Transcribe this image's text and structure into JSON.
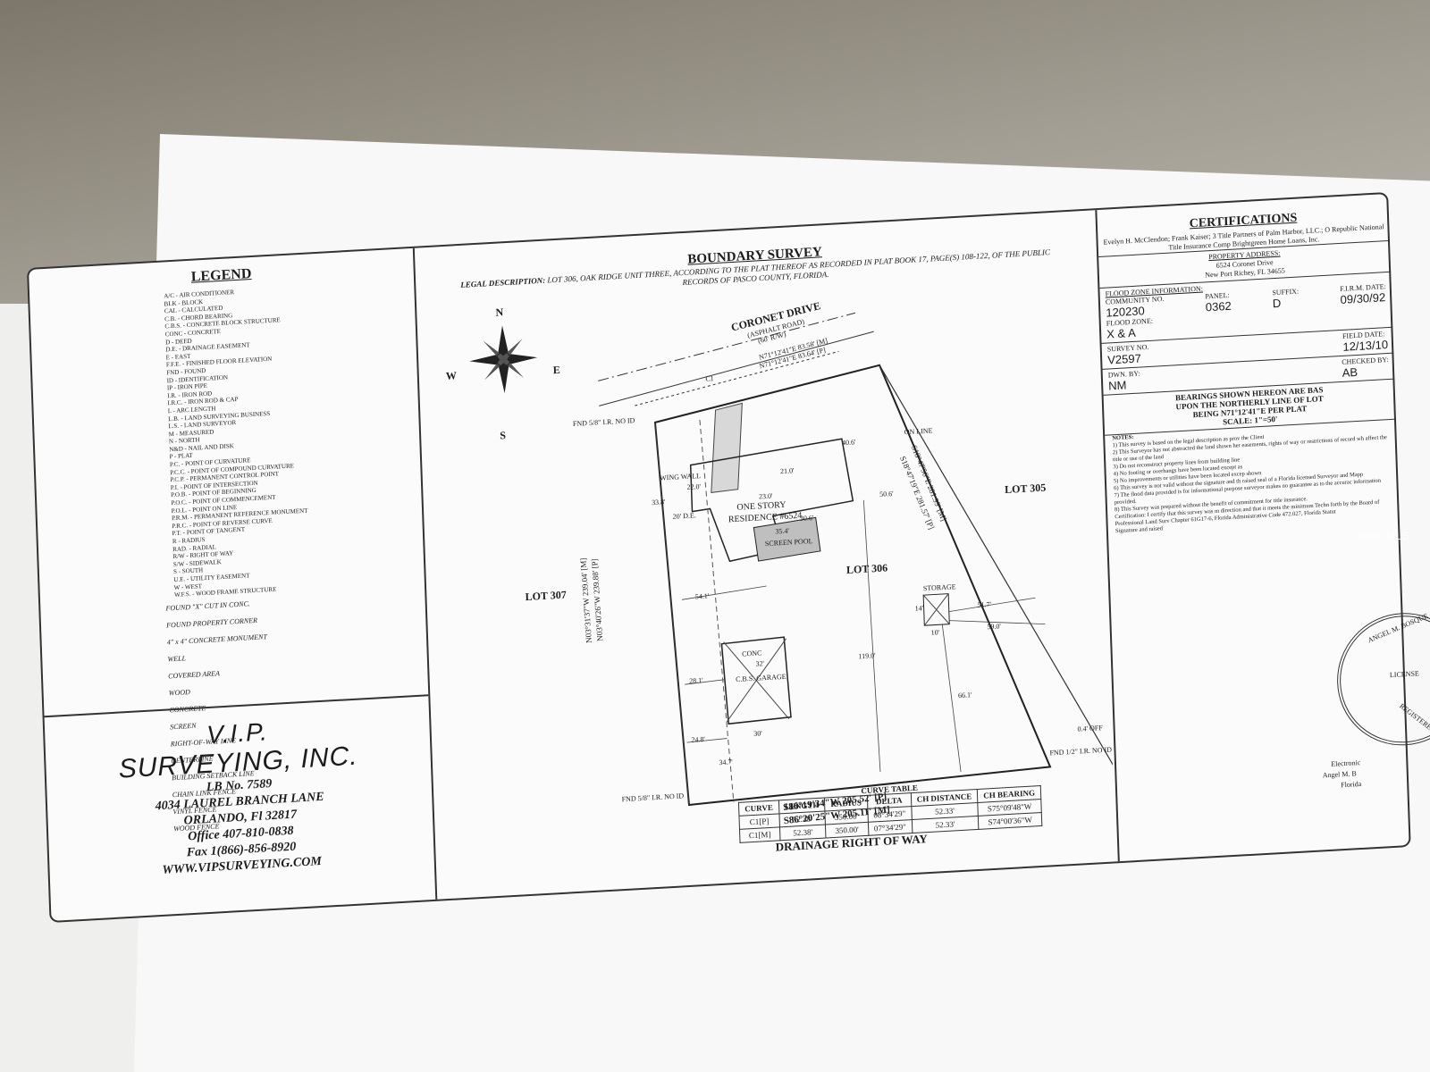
{
  "legend": {
    "title": "LEGEND",
    "abbreviations": [
      "A/C - AIR CONDITIONER",
      "BLK - BLOCK",
      "CAL - CALCULATED",
      "C.B. - CHORD BEARING",
      "C.B.S. - CONCRETE BLOCK STRUCTURE",
      "CONC - CONCRETE",
      "D - DEED",
      "D.E. - DRAINAGE EASEMENT",
      "E - EAST",
      "F.F.E. - FINISHED FLOOR ELEVATION",
      "FND - FOUND",
      "ID - IDENTIFICATION",
      "IP - IRON PIPE",
      "I.R. - IRON ROD",
      "I.R.C. - IRON ROD & CAP",
      "L - ARC LENGTH",
      "L.B. - LAND SURVEYING BUSINESS",
      "L.S. - LAND SURVEYOR",
      "M - MEASURED",
      "N - NORTH",
      "N&D - NAIL AND DISK",
      "P - PLAT",
      "P.C. - POINT OF CURVATURE",
      "P.C.C. - POINT OF COMPOUND CURVATURE",
      "P.C.P. - PERMANENT CONTROL POINT",
      "P.I. - POINT OF INTERSECTION",
      "P.O.B. - POINT OF BEGINNING",
      "P.O.C. - POINT OF COMMENCEMENT",
      "P.O.L. - POINT ON LINE",
      "P.R.M. - PERMANENT REFERENCE MONUMENT",
      "P.R.C. - POINT OF REVERSE CURVE",
      "P.T. - POINT OF TANGENT",
      "R - RADIUS",
      "RAD. - RADIAL",
      "R/W - RIGHT OF WAY",
      "S/W - SIDEWALK",
      "S - SOUTH",
      "U.E. - UTILITY EASEMENT",
      "W - WEST",
      "W.F.S. - WOOD FRAME STRUCTURE"
    ],
    "symbols": [
      "FOUND \"X\" CUT IN CONC.",
      "FOUND PROPERTY CORNER",
      "4\" x 4\" CONCRETE MONUMENT",
      "WELL",
      "COVERED AREA",
      "WOOD",
      "CONCRETE",
      "SCREEN",
      "RIGHT-OF-WAY LINE",
      "CENTERLINE",
      "BUILDING SETBACK LINE",
      "CHAIN LINK FENCE",
      "VINYL FENCE",
      "WOOD FENCE"
    ]
  },
  "company": {
    "name_line1": "V.I.P.",
    "name_line2": "SURVEYING, INC.",
    "license": "LB No. 7589",
    "address1": "4034 LAUREL BRANCH LANE",
    "address2": "ORLANDO, Fl 32817",
    "office": "Office 407-810-0838",
    "fax": "Fax 1(866)-856-8920",
    "web": "WWW.VIPSURVEYING.COM"
  },
  "survey": {
    "title": "BOUNDARY SURVEY",
    "legal_label": "LEGAL DESCRIPTION:",
    "legal_text": "LOT 306, OAK RIDGE UNIT THREE, ACCORDING TO THE PLAT THEREOF AS RECORDED IN PLAT BOOK 17, PAGE(S) 108-122, OF THE PUBLIC RECORDS OF PASCO COUNTY, FLORIDA.",
    "compass": {
      "n": "N",
      "s": "S",
      "e": "E",
      "w": "W"
    },
    "street": "CORONET DRIVE",
    "street_sub": "(ASPHALT ROAD)",
    "street_row": "(60' R/W)",
    "north_line_m": "N71°12'41\"E 83.58' [M]",
    "north_line_p": "N71°12'41\"E 83.64' [P]",
    "west_line_m": "N03°31'37\"W 239.04' [M]",
    "west_line_p": "N03°40'26\"W 239.88' [P]",
    "east_line_m": "S18°47'56\"E 281.99' [M]",
    "east_line_p": "S18°47'19\"E 281.57' [P]",
    "south_line_p": "S86°19'34\"W 205.52' [P]",
    "south_line_m": "S86°20'25\"W 205.11' [M]",
    "lot_west": "LOT 307",
    "lot_main": "LOT 306",
    "lot_east": "LOT 305",
    "residence": "ONE STORY",
    "residence2": "RESIDENCE #6524",
    "pool": "SCREEN POOL",
    "garage": "C.B.S. GARAGE",
    "conc": "CONC",
    "storage": "STORAGE",
    "wing_wall": "WING WALL",
    "south_row": "DRAINAGE RIGHT OF WAY",
    "fnd_nw": "FND 5/8\" I.R. NO ID",
    "fnd_sw": "FND 5/8\" I.R. NO ID",
    "fnd_se": "FND 1/2\" I.R. NO ID",
    "on_line": "ON LINE",
    "off": "0.4' OFF",
    "c1": "C1",
    "de": "20' D.E.",
    "dims": {
      "d1": "33.8'",
      "d2": "22.0'",
      "d3": "21.0'",
      "d4": "40.6'",
      "d5": "23.0'",
      "d6": "30.6'",
      "d7": "50.6'",
      "d8": "35.4'",
      "d9": "54.1'",
      "d10": "28.1'",
      "d11": "32'",
      "d12": "24.8'",
      "d13": "34.7'",
      "d14": "119.0'",
      "d15": "51.7'",
      "d16": "59.0'",
      "d17": "66.1'",
      "d18": "30'",
      "d19": "14'",
      "d20": "10'"
    }
  },
  "curve_table": {
    "title": "CURVE TABLE",
    "headers": [
      "CURVE",
      "LENGTH",
      "RADIUS",
      "DELTA",
      "CH DISTANCE",
      "CH BEARING"
    ],
    "rows": [
      [
        "C1[P]",
        "52.38'",
        "350.00'",
        "08°34'29\"",
        "52.33'",
        "S75°09'48\"W"
      ],
      [
        "C1[M]",
        "52.38'",
        "350.00'",
        "07°34'29\"",
        "52.33'",
        "S74°00'36\"W"
      ]
    ]
  },
  "certifications": {
    "title": "CERTIFICATIONS",
    "names": "Evelyn H. McClendon; Frank Kaiser; 3 Title Partners of Palm Harbor, LLC.; O Republic National Title Insurance Comp Brightgreen Home Loans, Inc.",
    "property_label": "PROPERTY ADDRESS:",
    "property_line1": "6524 Coronet Drive",
    "property_line2": "New Port Richey, FL 34655",
    "flood_label": "FLOOD ZONE INFORMATION:",
    "community_label": "COMMUNITY NO.",
    "community": "120230",
    "panel_label": "PANEL:",
    "panel": "0362",
    "suffix_label": "SUFFIX:",
    "suffix": "D",
    "firm_label": "F.I.R.M. DATE:",
    "firm": "09/30/92",
    "zone_label": "FLOOD ZONE:",
    "zone": "X & A",
    "survey_no_label": "SURVEY NO.",
    "survey_no": "V2597",
    "field_label": "FIELD DATE:",
    "field": "12/13/10",
    "dwn_label": "DWN. BY:",
    "dwn": "NM",
    "checked_label": "CHECKED BY:",
    "checked": "AB",
    "bearings1": "BEARINGS SHOWN HEREON ARE BAS",
    "bearings2": "UPON THE NORTHERLY LINE OF LOT",
    "bearings3": "BEING N71°12'41\"E PER PLAT",
    "scale": "SCALE: 1\"=50'",
    "notes_label": "NOTES:",
    "notes": [
      "1) This survey is based on the legal description as prov the Client",
      "2) This Surveyor has not abstracted the land shown her easements, rights of way or restrictions of record wh affect the title or use of the land",
      "3) Do not reconstruct property lines from building line",
      "4) No footing or overhangs have been located except as",
      "5) No improvements or utilities have been located excep shown",
      "6) This survey is not valid without the signature and th raised seal of a Florida licensed Surveyor and Mapp",
      "7) The flood data provided is for informational purpose surveyor makes no guarantee as to the accurac information provided.",
      "8) This Survey was prepared without the benefit of commitment for title insurance."
    ],
    "cert_text": "Certification: I certify that this survey was m direction and that it meets the minimum Techn forth by the Board of Professional Land Surv Chapter 61G17-6, Florida Administrative Code 472.027, Florida Statut",
    "signature": "Signature and raised",
    "seal_text": "ANGEL M. BOSQUE",
    "seal_license": "LICENSE",
    "seal_registered": "REGISTERED",
    "electronic1": "Electronic",
    "electronic2": "Angel M. B",
    "electronic3": "Florida"
  },
  "watermark": "Stellar MLS"
}
